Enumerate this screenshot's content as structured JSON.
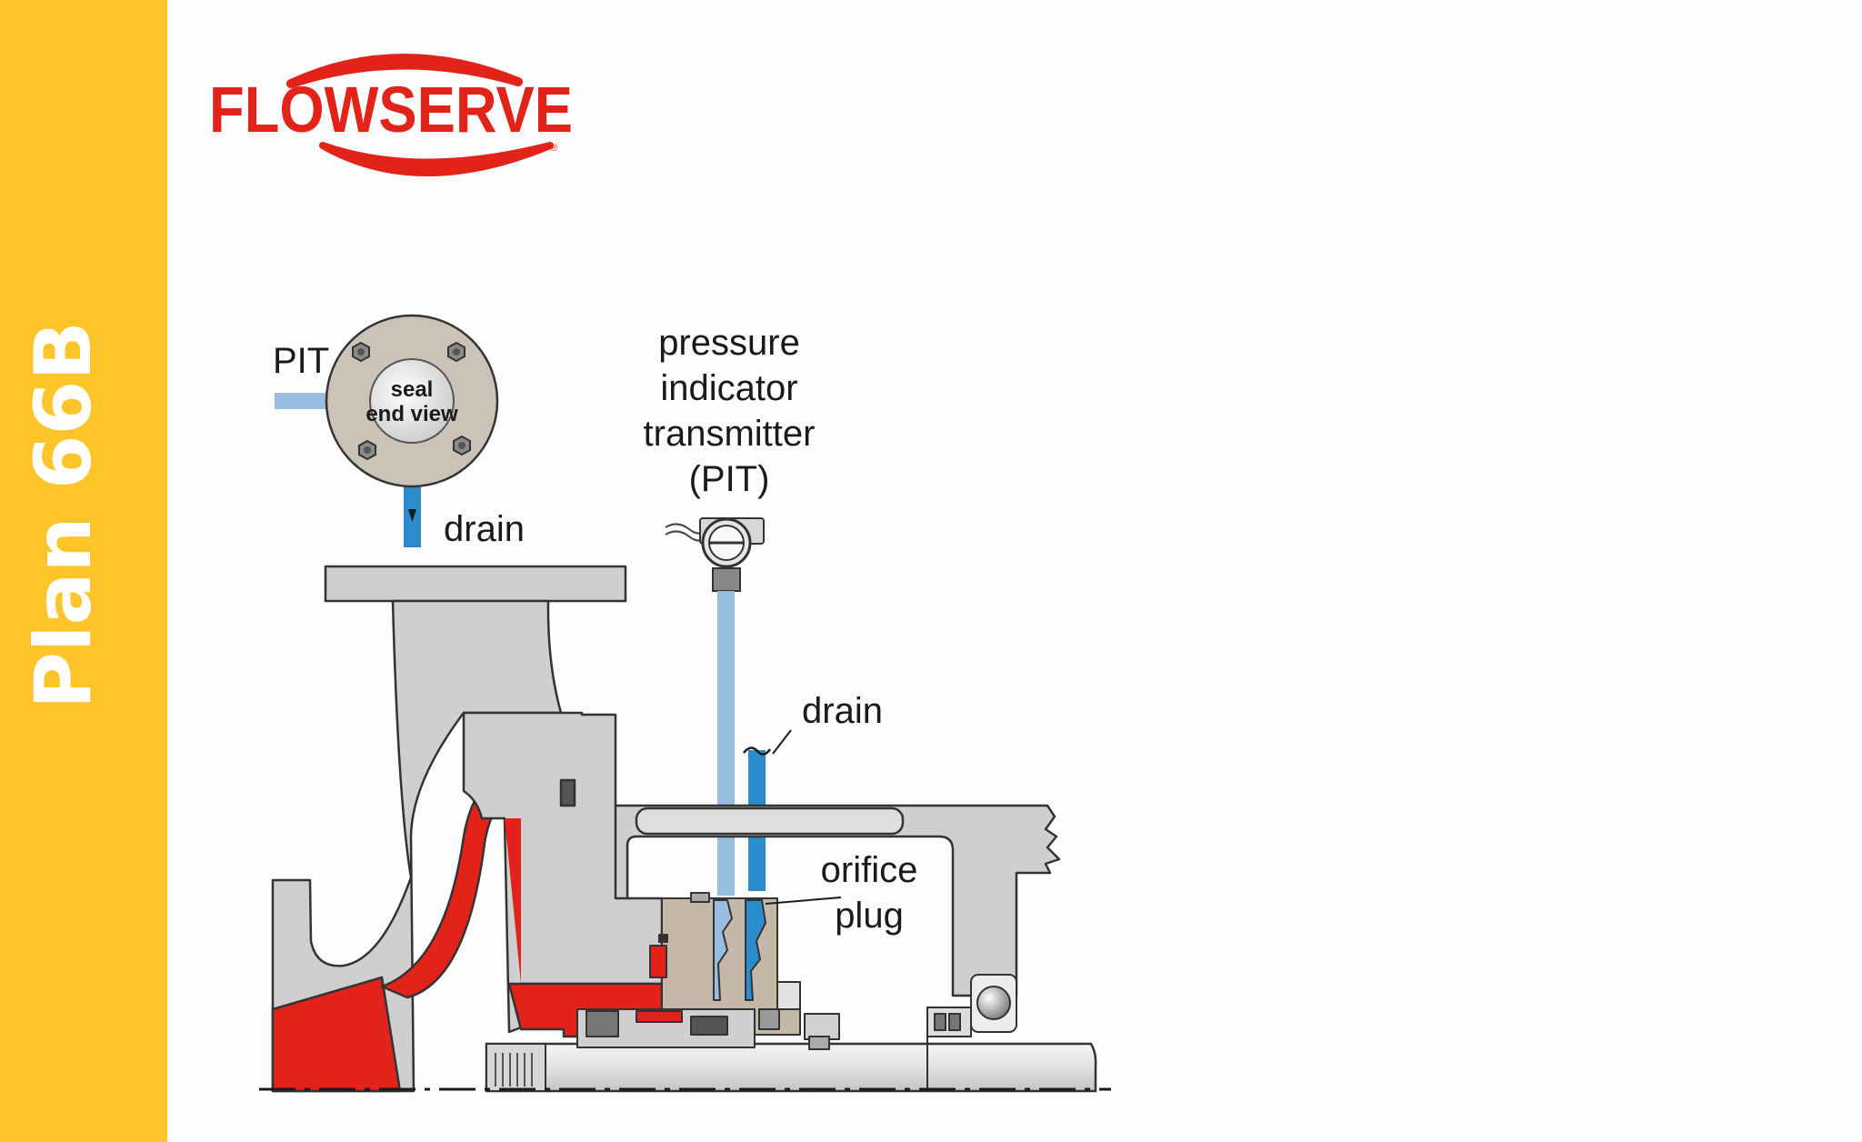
{
  "sidebar": {
    "title": "Plan 66B",
    "color": "#fdc52a"
  },
  "logo": {
    "text": "FLOWSERVE",
    "color": "#e2231a"
  },
  "diagram": {
    "end_view_label_line1": "seal",
    "end_view_label_line2": "end view",
    "pit_short_label": "PIT",
    "drain_label_top": "drain",
    "pit_label_line1": "pressure",
    "pit_label_line2": "indicator",
    "pit_label_line3": "transmitter",
    "pit_label_line4": "(PIT)",
    "drain_label_mid": "drain",
    "orifice_label_line1": "orifice",
    "orifice_label_line2": "plug"
  },
  "colors": {
    "pressure_line": "#97bddf",
    "drain_line": "#2b8ccd",
    "casing": "#d0d0d0",
    "impeller": "#e2231a"
  }
}
